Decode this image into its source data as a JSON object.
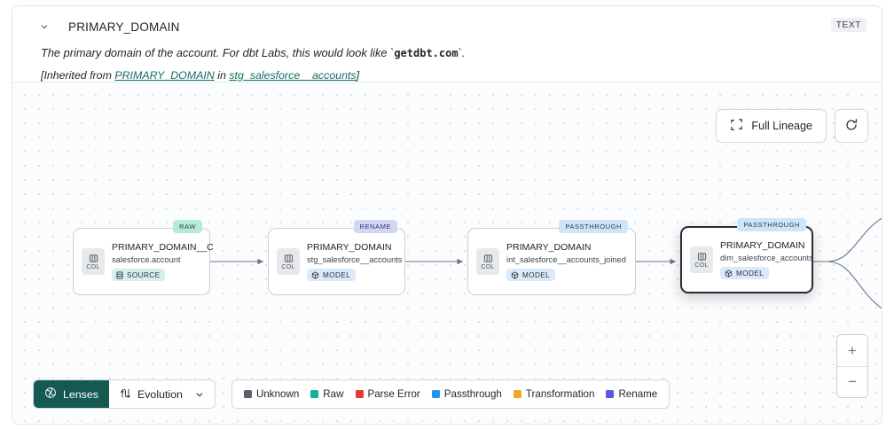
{
  "header": {
    "chevron_icon": "chevron-down-icon",
    "column_name": "PRIMARY_DOMAIN",
    "type_badge": "TEXT",
    "description_pre": "The primary domain of the account. For dbt Labs, this would look like `",
    "description_code": "getdbt.com",
    "description_post": "`.",
    "inherited_prefix": "[Inherited from ",
    "inherited_column": "PRIMARY_DOMAIN",
    "inherited_mid": " in ",
    "inherited_model": "stg_salesforce__accounts",
    "inherited_suffix": "]"
  },
  "controls": {
    "full_lineage_label": "Full Lineage",
    "full_lineage_icon": "expand-icon",
    "refresh_icon": "refresh-icon",
    "zoom_in_label": "+",
    "zoom_out_label": "−"
  },
  "lineage": {
    "nodes": [
      {
        "tag": "RAW",
        "tag_style": "raw",
        "col_badge": "COL",
        "name": "PRIMARY_DOMAIN__C",
        "subtitle": "salesforce.account",
        "kind": "SOURCE",
        "kind_style": "source",
        "kind_icon": "database-icon",
        "selected": false
      },
      {
        "tag": "RENAME",
        "tag_style": "rename",
        "col_badge": "COL",
        "name": "PRIMARY_DOMAIN",
        "subtitle": "stg_salesforce__accounts",
        "kind": "MODEL",
        "kind_style": "model",
        "kind_icon": "cube-icon",
        "selected": false
      },
      {
        "tag": "PASSTHROUGH",
        "tag_style": "passthrough",
        "col_badge": "COL",
        "name": "PRIMARY_DOMAIN",
        "subtitle": "int_salesforce__accounts_joined",
        "kind": "MODEL",
        "kind_style": "model",
        "kind_icon": "cube-icon",
        "selected": false
      },
      {
        "tag": "PASSTHROUGH",
        "tag_style": "passthrough",
        "col_badge": "COL",
        "name": "PRIMARY_DOMAIN",
        "subtitle": "dim_salesforce_accounts",
        "kind": "MODEL",
        "kind_style": "model",
        "kind_icon": "cube-icon",
        "selected": true
      }
    ]
  },
  "toolbar": {
    "lenses_label": "Lenses",
    "lenses_icon": "lens-icon",
    "evolution_label": "Evolution",
    "evolution_icon": "evolution-icon",
    "evolution_caret_icon": "chevron-down-icon"
  },
  "legend": {
    "items": [
      {
        "label": "Unknown",
        "color": "#5b616b"
      },
      {
        "label": "Raw",
        "color": "#10b39a"
      },
      {
        "label": "Parse Error",
        "color": "#e53935"
      },
      {
        "label": "Passthrough",
        "color": "#2196e8"
      },
      {
        "label": "Transformation",
        "color": "#f1a820"
      },
      {
        "label": "Rename",
        "color": "#5b56e8"
      }
    ]
  }
}
